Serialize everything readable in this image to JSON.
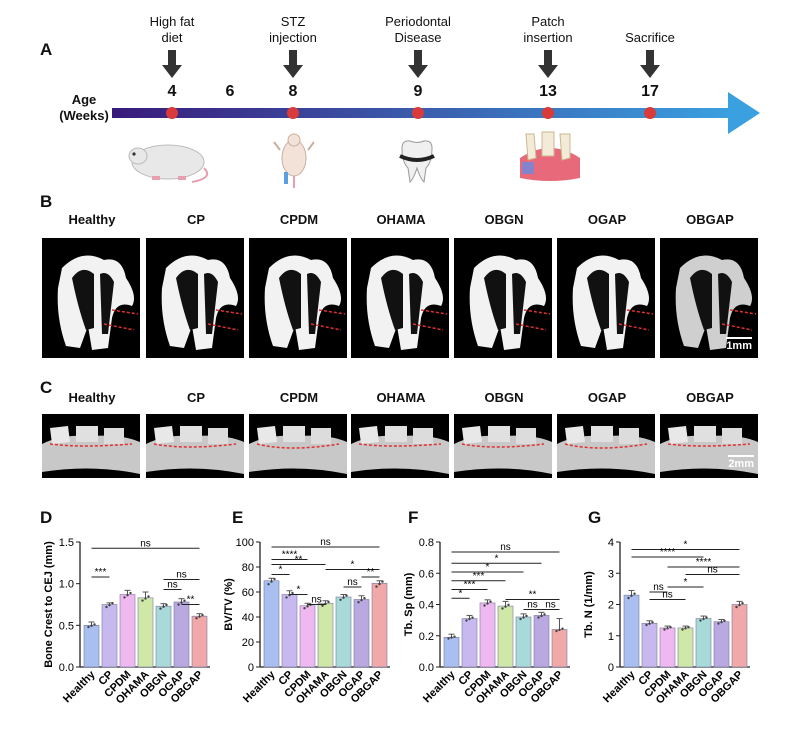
{
  "panels": {
    "a": "A",
    "b": "B",
    "c": "C",
    "d": "D",
    "e": "E",
    "f": "F",
    "g": "G"
  },
  "timeline": {
    "axis_label_line1": "Age",
    "axis_label_line2": "(Weeks)",
    "events": [
      {
        "week": "4",
        "label_line1": "High fat",
        "label_line2": "diet",
        "icon": "rat-icon"
      },
      {
        "week": "6",
        "label_line1": "",
        "label_line2": "",
        "icon": ""
      },
      {
        "week": "8",
        "label_line1": "STZ",
        "label_line2": "injection",
        "icon": "rat-injection-icon"
      },
      {
        "week": "9",
        "label_line1": "Periodontal",
        "label_line2": "Disease",
        "icon": "tooth-ligature-icon"
      },
      {
        "week": "13",
        "label_line1": "Patch",
        "label_line2": "insertion",
        "icon": "gum-patch-icon"
      },
      {
        "week": "17",
        "label_line1": "Sacrifice",
        "label_line2": "",
        "icon": ""
      }
    ],
    "colors": {
      "start": "#3a1a7a",
      "end": "#3aa0e0",
      "dot": "#d93a3a"
    }
  },
  "groups_b": [
    "Healthy",
    "CP",
    "CPDM",
    "OHAMA",
    "OBGN",
    "OGAP",
    "OBGAP"
  ],
  "groups_c": [
    "Healthy",
    "CP",
    "CPDM",
    "OHAMA",
    "OBGN",
    "OGAP",
    "OBGAP"
  ],
  "scale_b": "1mm",
  "scale_c": "2mm",
  "bar_colors": [
    "#a9bff0",
    "#c7b9f0",
    "#f0b8f0",
    "#cfe8a8",
    "#a9dada",
    "#b9a9e0",
    "#f0a8a8"
  ],
  "chart_data": [
    {
      "type": "bar",
      "panel": "D",
      "categories": [
        "Healthy",
        "CP",
        "CPDM",
        "OHAMA",
        "OBGN",
        "OGAP",
        "OBGAP"
      ],
      "values": [
        0.5,
        0.75,
        0.87,
        0.83,
        0.73,
        0.78,
        0.61
      ],
      "errors": [
        0.04,
        0.02,
        0.05,
        0.07,
        0.03,
        0.04,
        0.03
      ],
      "ylabel": "Bone Crest to CEJ (mm)",
      "ylim": [
        0,
        1.5
      ],
      "yticks": [
        "0.0",
        "0.5",
        "1.0",
        "1.5"
      ],
      "annotations": [
        "ns",
        "***",
        "ns",
        "ns",
        "**"
      ]
    },
    {
      "type": "bar",
      "panel": "E",
      "categories": [
        "Healthy",
        "CP",
        "CPDM",
        "OHAMA",
        "OBGN",
        "OGAP",
        "OBGAP"
      ],
      "values": [
        69,
        58,
        49,
        51,
        56,
        54,
        67
      ],
      "errors": [
        2,
        3,
        2,
        2,
        2,
        3,
        2
      ],
      "ylabel": "BV/TV (%)",
      "ylim": [
        0,
        100
      ],
      "yticks": [
        "0",
        "20",
        "40",
        "60",
        "80",
        "100"
      ],
      "annotations": [
        "ns",
        "****",
        "**",
        "*",
        "*",
        "ns",
        "ns",
        "*",
        "**"
      ]
    },
    {
      "type": "bar",
      "panel": "F",
      "categories": [
        "Healthy",
        "CP",
        "CPDM",
        "OHAMA",
        "OBGN",
        "OGAP",
        "OBGAP"
      ],
      "values": [
        0.19,
        0.31,
        0.41,
        0.39,
        0.32,
        0.33,
        0.24
      ],
      "errors": [
        0.02,
        0.02,
        0.02,
        0.03,
        0.02,
        0.02,
        0.07
      ],
      "ylabel": "Tb. Sp (mm)",
      "ylim": [
        0,
        0.8
      ],
      "yticks": [
        "0.0",
        "0.2",
        "0.4",
        "0.6",
        "0.8"
      ],
      "annotations": [
        "ns",
        "*",
        "*",
        "***",
        "***",
        "*",
        "**",
        "ns",
        "ns"
      ]
    },
    {
      "type": "bar",
      "panel": "G",
      "categories": [
        "Healthy",
        "CP",
        "CPDM",
        "OHAMA",
        "OBGN",
        "OGAP",
        "OBGAP"
      ],
      "values": [
        2.3,
        1.4,
        1.25,
        1.25,
        1.55,
        1.45,
        2.0
      ],
      "errors": [
        0.15,
        0.08,
        0.06,
        0.06,
        0.08,
        0.07,
        0.1
      ],
      "ylabel": "Tb. N (1/mm)",
      "ylim": [
        0,
        4
      ],
      "yticks": [
        "0",
        "1",
        "2",
        "3",
        "4"
      ],
      "annotations": [
        "*",
        "****",
        "****",
        "ns",
        "ns",
        "*",
        "ns"
      ]
    }
  ]
}
